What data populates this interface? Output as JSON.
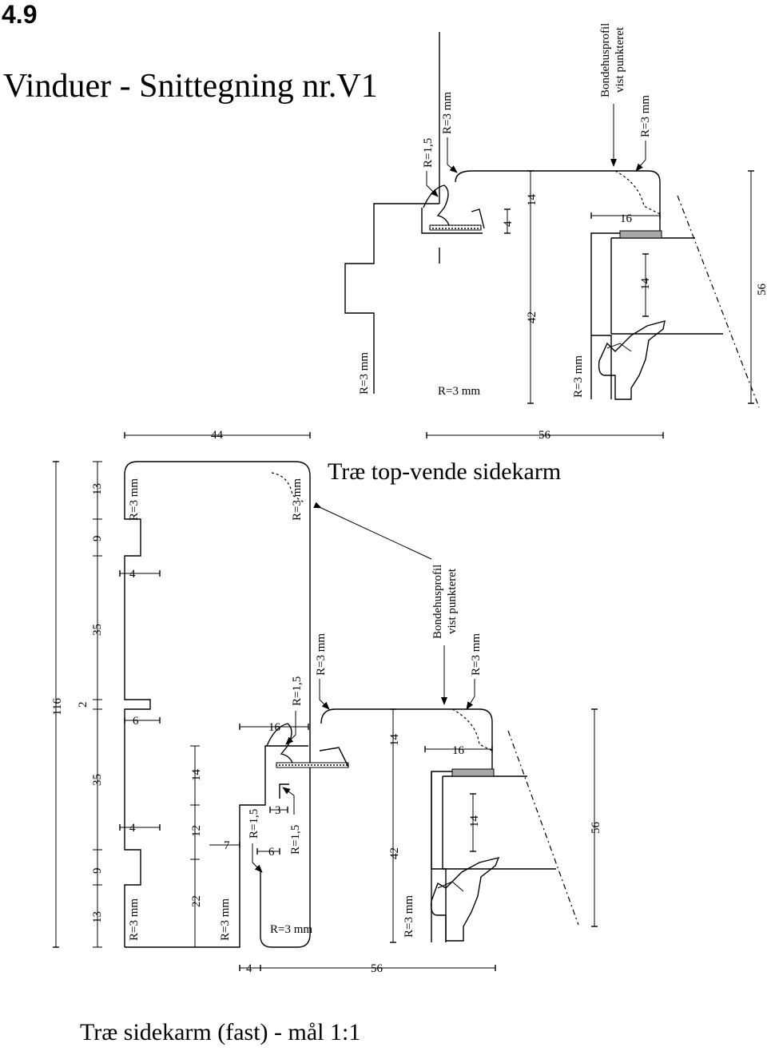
{
  "section_number": "4.9",
  "page_title": "Vinduer - Snittegning nr.V1",
  "top_section_title": "Træ top-vende sidekarm",
  "bottom_section_title": "Træ sidekarm (fast) - mål 1:1",
  "labels": {
    "r3mm": "R=3 mm",
    "r1_5": "R=1,5",
    "bondehus_line1": "Bondehusprofil",
    "bondehus_line2": "vist punkteret"
  },
  "dimensions": {
    "top_dim_44": "44",
    "top_dim_56": "56",
    "left_total": "116",
    "left_13a": "13",
    "left_9a": "9",
    "left_35a": "35",
    "left_2": "2",
    "left_35b": "35",
    "left_9b": "9",
    "left_13b": "13",
    "groove_4a": "4",
    "groove_6": "6",
    "groove_4b": "4",
    "inner_14": "14",
    "inner_12": "12",
    "inner_22": "22",
    "inner_7": "7",
    "inner_16": "16",
    "inner_3": "3",
    "inner_6": "6",
    "bottom_4": "4",
    "bottom_56": "56",
    "sash_14": "14",
    "sash_42": "42",
    "sash_16": "16",
    "sash_14b": "14",
    "sash_56": "56",
    "upper_14a": "14",
    "upper_4": "4",
    "upper_16": "16",
    "upper_42": "42",
    "upper_14b": "14",
    "upper_56": "56"
  }
}
